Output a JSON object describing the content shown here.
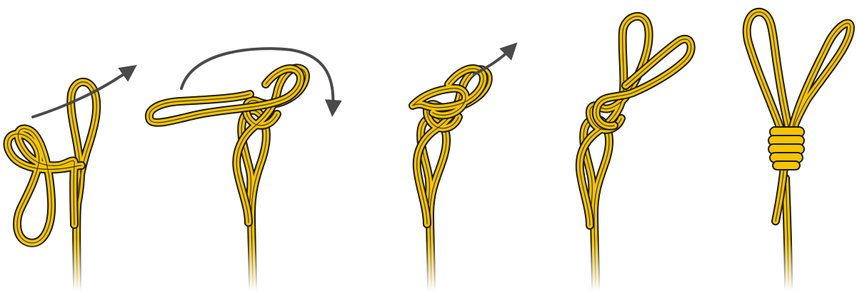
{
  "diagram": {
    "rope_color": "#F5C400",
    "rope_outline_color": "#1A1A1A",
    "arrow_color": "#4A4A4A",
    "background_color": "#FFFFFF",
    "steps": [
      {
        "step": 1,
        "arrow": "up-right"
      },
      {
        "step": 2,
        "arrow": "curved-over-and-down"
      },
      {
        "step": 3,
        "arrow": "up-right"
      },
      {
        "step": 4,
        "arrow": "none"
      },
      {
        "step": 5,
        "arrow": "none"
      }
    ]
  }
}
